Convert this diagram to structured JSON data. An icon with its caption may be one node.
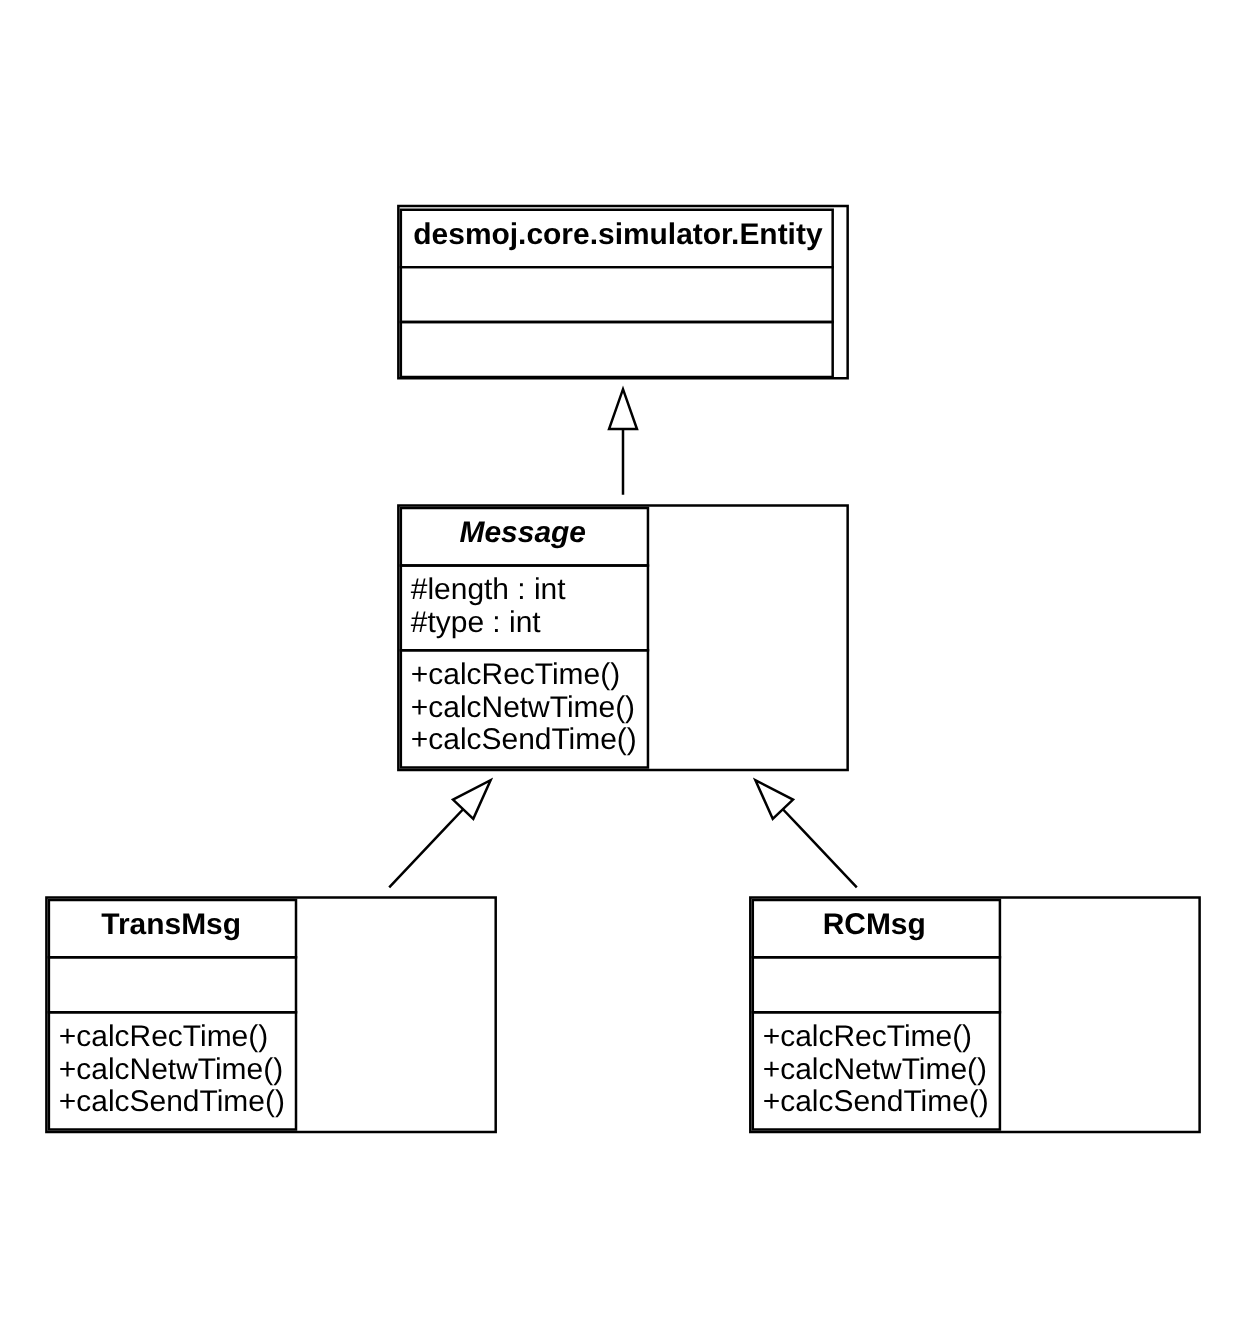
{
  "diagram": {
    "nodes": [
      {
        "text": [
          "desmoj.core.simulator.Entity"
        ]
      },
      {
        "text": [
          "Message",
          "#length : int",
          "#type : int",
          "+calcRecTime()",
          "+calcNetwTime()",
          "+calcSendTime()"
        ]
      },
      {
        "text": [
          "TransMsg",
          "+calcRecTime()",
          "+calcNetwTime()",
          "+calcSendTime()"
        ]
      },
      {
        "text": [
          "RCMsg",
          "+calcRecTime()",
          "+calcNetwTime()",
          "+calcSendTime()"
        ]
      }
    ],
    "edges": [
      {
        "from": 1,
        "to": 0,
        "arrow": "to"
      },
      {
        "from": 2,
        "to": 1,
        "arrow": "to"
      },
      {
        "from": 3,
        "to": 1,
        "arrow": "to"
      }
    ]
  }
}
